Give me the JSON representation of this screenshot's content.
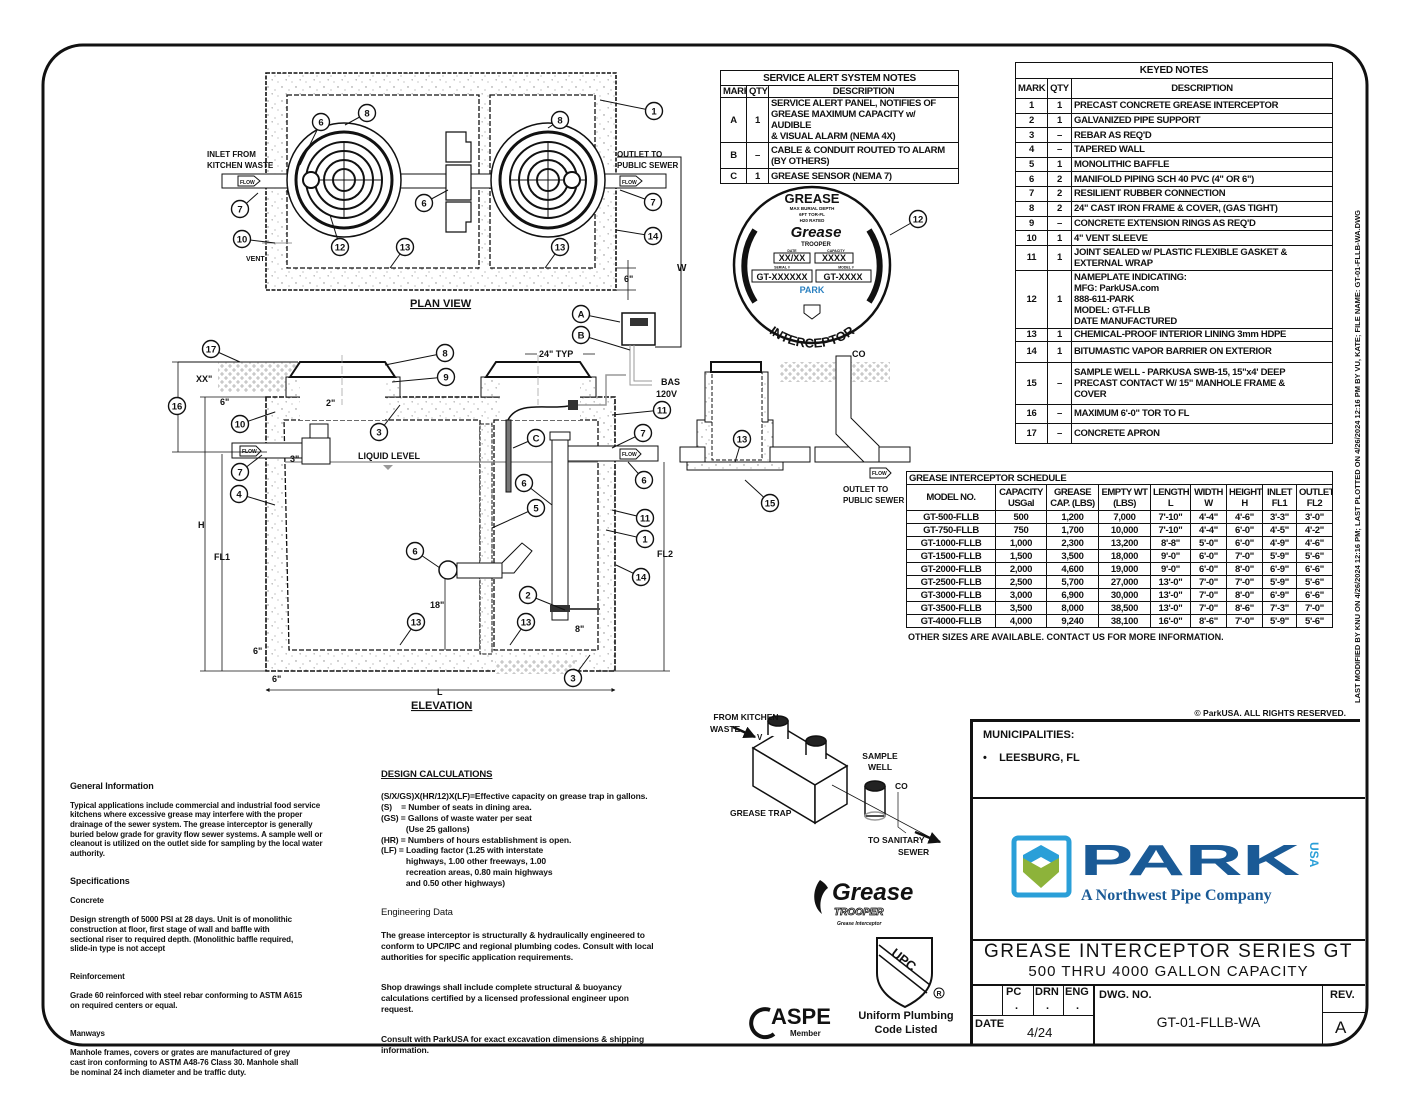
{
  "plan_view": {
    "title": "PLAN VIEW",
    "inlet_label": [
      "INLET FROM",
      "KITCHEN WASTE"
    ],
    "outlet_label": [
      "OUTLET TO",
      "PUBLIC SEWER"
    ],
    "vent_label": "VENT",
    "dim_6": "6\"",
    "dim_w": "W",
    "flow_label": "FLOW"
  },
  "elevation": {
    "title": "ELEVATION",
    "liquid_level": "LIQUID LEVEL",
    "dim_xx": "XX\"",
    "dim_6_top": "6\"",
    "dim_2": "2\"",
    "dim_3": "3\"",
    "dim_24_typ": "24\" TYP",
    "bas": "BAS",
    "v120": "120V",
    "dim_h": "H",
    "dim_fl1": "FL1",
    "dim_fl2": "FL2",
    "dim_18": "18\"",
    "dim_8": "8\"",
    "dim_6_bottom": "6\"",
    "dim_6_left": "6\"",
    "dim_l": "L",
    "flow_label": "FLOW"
  },
  "sample_well_detail": {
    "co": "CO",
    "outlet_label": [
      "OUTLET TO",
      "PUBLIC SEWER"
    ],
    "flow_label": "FLOW"
  },
  "nameplate": {
    "top": "GREASE",
    "bottom": "INTERCEPTOR",
    "specs": [
      "MAX BURIAL DEPTH",
      "6FT TOR-FL",
      "H20 RATED"
    ],
    "brand": "Grease",
    "brand_sub": "TROOPER",
    "date_label": "DATE",
    "date_value": "XX/XX",
    "capacity_label": "CAPACITY",
    "capacity_value": "XXXX",
    "serial_label": "SERIAL #",
    "serial_value": "GT-XXXXXX",
    "model_label": "MODEL #",
    "model_value": "GT-XXXX",
    "maker": "PARK"
  },
  "callouts": {
    "plan": [
      "1",
      "6",
      "8",
      "8",
      "7",
      "12",
      "6",
      "7",
      "10",
      "13",
      "13",
      "14"
    ],
    "elevation": [
      "17",
      "8",
      "9",
      "16",
      "10",
      "3",
      "7",
      "4",
      "C",
      "6",
      "5",
      "7",
      "6",
      "11",
      "11",
      "1",
      "14",
      "6",
      "2",
      "13",
      "13",
      "3",
      "A",
      "B"
    ],
    "detail": [
      "13",
      "15",
      "12"
    ]
  },
  "service_alert": {
    "title": "SERVICE ALERT SYSTEM NOTES",
    "headers": [
      "MARK",
      "QTY",
      "DESCRIPTION"
    ],
    "rows": [
      {
        "mark": "A",
        "qty": "1",
        "desc": "SERVICE ALERT PANEL, NOTIFIES OF\nGREASE MAXIMUM CAPACITY w/ AUDIBLE\n& VISUAL ALARM (NEMA 4X)"
      },
      {
        "mark": "B",
        "qty": "–",
        "desc": "CABLE & CONDUIT ROUTED TO ALARM\n(BY OTHERS)"
      },
      {
        "mark": "C",
        "qty": "1",
        "desc": "GREASE SENSOR (NEMA 7)"
      }
    ]
  },
  "keyed_notes": {
    "title": "KEYED NOTES",
    "headers": [
      "MARK",
      "QTY",
      "DESCRIPTION"
    ],
    "rows": [
      {
        "mark": "1",
        "qty": "1",
        "desc": "PRECAST CONCRETE GREASE INTERCEPTOR"
      },
      {
        "mark": "2",
        "qty": "1",
        "desc": "GALVANIZED PIPE SUPPORT"
      },
      {
        "mark": "3",
        "qty": "–",
        "desc": "REBAR AS REQ'D"
      },
      {
        "mark": "4",
        "qty": "–",
        "desc": "TAPERED WALL"
      },
      {
        "mark": "5",
        "qty": "1",
        "desc": "MONOLITHIC BAFFLE"
      },
      {
        "mark": "6",
        "qty": "2",
        "desc": "MANIFOLD PIPING SCH 40 PVC (4\" OR 6\")"
      },
      {
        "mark": "7",
        "qty": "2",
        "desc": "RESILIENT RUBBER CONNECTION"
      },
      {
        "mark": "8",
        "qty": "2",
        "desc": "24\" CAST IRON FRAME & COVER, (GAS TIGHT)"
      },
      {
        "mark": "9",
        "qty": "–",
        "desc": "CONCRETE EXTENSION RINGS AS REQ'D"
      },
      {
        "mark": "10",
        "qty": "1",
        "desc": "4\" VENT SLEEVE"
      },
      {
        "mark": "11",
        "qty": "1",
        "desc": "JOINT SEALED w/ PLASTIC FLEXIBLE GASKET &\nEXTERNAL WRAP"
      },
      {
        "mark": "12",
        "qty": "1",
        "desc": "NAMEPLATE INDICATING:\nMFG: ParkUSA.com\n888-611-PARK\nMODEL: GT-FLLB\nDATE MANUFACTURED"
      },
      {
        "mark": "13",
        "qty": "1",
        "desc": "CHEMICAL-PROOF INTERIOR LINING 3mm HDPE"
      },
      {
        "mark": "14",
        "qty": "1",
        "desc": "BITUMASTIC VAPOR BARRIER ON EXTERIOR"
      },
      {
        "mark": "15",
        "qty": "–",
        "desc": "SAMPLE WELL - PARKUSA SWB-15, 15\"x4' DEEP\nPRECAST CONTACT W/ 15\" MANHOLE FRAME &\nCOVER"
      },
      {
        "mark": "16",
        "qty": "–",
        "desc": "MAXIMUM 6'-0\" TOR TO FL"
      },
      {
        "mark": "17",
        "qty": "–",
        "desc": "CONCRETE APRON"
      }
    ]
  },
  "schedule": {
    "title": "GREASE INTERCEPTOR SCHEDULE",
    "headers": [
      "MODEL NO.",
      "CAPACITY\nUSGal",
      "GREASE\nCAP. (LBS)",
      "EMPTY WT\n(LBS)",
      "LENGTH\nL",
      "WIDTH\nW",
      "HEIGHT\nH",
      "INLET\nFL1",
      "OUTLET\nFL2"
    ],
    "rows": [
      [
        "GT-500-FLLB",
        "500",
        "1,200",
        "7,000",
        "7'-10\"",
        "4'-4\"",
        "4'-6\"",
        "3'-3\"",
        "3'-0\""
      ],
      [
        "GT-750-FLLB",
        "750",
        "1,700",
        "10,000",
        "7'-10\"",
        "4'-4\"",
        "6'-0\"",
        "4'-5\"",
        "4'-2\""
      ],
      [
        "GT-1000-FLLB",
        "1,000",
        "2,300",
        "13,200",
        "8'-8\"",
        "5'-0\"",
        "6'-0\"",
        "4'-9\"",
        "4'-6\""
      ],
      [
        "GT-1500-FLLB",
        "1,500",
        "3,500",
        "18,000",
        "9'-0\"",
        "6'-0\"",
        "7'-0\"",
        "5'-9\"",
        "5'-6\""
      ],
      [
        "GT-2000-FLLB",
        "2,000",
        "4,600",
        "19,000",
        "9'-0\"",
        "6'-0\"",
        "8'-0\"",
        "6'-9\"",
        "6'-6\""
      ],
      [
        "GT-2500-FLLB",
        "2,500",
        "5,700",
        "27,000",
        "13'-0\"",
        "7'-0\"",
        "7'-0\"",
        "5'-9\"",
        "5'-6\""
      ],
      [
        "GT-3000-FLLB",
        "3,000",
        "6,900",
        "30,000",
        "13'-0\"",
        "7'-0\"",
        "8'-0\"",
        "6'-9\"",
        "6'-6\""
      ],
      [
        "GT-3500-FLLB",
        "3,500",
        "8,000",
        "38,500",
        "13'-0\"",
        "7'-0\"",
        "8'-6\"",
        "7'-3\"",
        "7'-0\""
      ],
      [
        "GT-4000-FLLB",
        "4,000",
        "9,240",
        "38,100",
        "16'-0\"",
        "8'-6\"",
        "7'-0\"",
        "5'-9\"",
        "5'-6\""
      ]
    ],
    "footnote": "OTHER SIZES ARE AVAILABLE. CONTACT US FOR MORE INFORMATION."
  },
  "general_notes": {
    "general_heading": "General Information",
    "general_text": "Typical applications include commercial and industrial food service\nkitchens where excessive grease may interfere with the proper\ndrainage of the sewer system. The grease interceptor is generally\nburied below grade for gravity flow sewer systems. A sample well or\ncleanout is utilized on the outlet side for sampling by the local water\nauthority.",
    "spec_heading": "Specifications",
    "concrete_heading": "Concrete",
    "concrete_text": "Design strength of 5000 PSI at 28 days. Unit is of monolithic\nconstruction at floor, first stage of wall and baffle with\nsectional riser to required depth. (Monolithic baffle required,\nslide-in type is not accept",
    "reinforcement_heading": "Reinforcement",
    "reinforcement_text": "Grade 60 reinforced with steel rebar conforming to ASTM A615\non required centers or equal.",
    "manways_heading": "Manways",
    "manways_text": "Manhole frames, covers or grates are manufactured of grey\ncast iron conforming to ASTM A48-76 Class 30. Manhole shall\nbe nominal 24 inch diameter and be traffic duty."
  },
  "design_calculations": {
    "heading": "DESIGN CALCULATIONS",
    "text": "(S/X/GS)X(HR/12)X(LF)=Effective capacity on grease trap in gallons.\n(S)    = Number of seats in dining area.\n(GS) = Gallons of waste water per seat\n           (Use 25 gallons)\n(HR) = Numbers of hours establishment is open.\n(LF) = Loading factor (1.25 with interstate\n           highways, 1.00 other freeways, 1.00\n           recreation areas, 0.80 main highways\n           and 0.50 other highways)",
    "eng_heading": "Engineering Data",
    "eng_text": "The grease interceptor is structurally & hydraulically engineered to\nconform to UPC/IPC and regional plumbing codes. Consult with local\nauthorities for specific application requirements.",
    "shop_text": "Shop drawings shall include complete structural & buoyancy\ncalculations certified by a licensed professional engineer upon\nrequest.",
    "consult_text": "Consult with ParkUSA for exact excavation dimensions & shipping\ninformation."
  },
  "isometric": {
    "from_kitchen": [
      "FROM KITCHEN",
      "WASTE"
    ],
    "vent": "V",
    "sample_well": [
      "SAMPLE",
      "WELL"
    ],
    "co": "CO",
    "grease_trap": "GREASE TRAP",
    "to_sewer": [
      "TO SANITARY",
      "SEWER"
    ]
  },
  "logos": {
    "grease_trooper": "Grease",
    "grease_trooper_sub": "TROOPER",
    "grease_trooper_tag": "Grease Interceptor",
    "upc_letters": "UPC",
    "upc_caption": [
      "Uniform Plumbing",
      "Code Listed"
    ],
    "aspe": "ASPE",
    "aspe_sub": "Member",
    "park": "PARK",
    "park_usa": "USA",
    "park_tagline": "A Northwest Pipe Company"
  },
  "title_block": {
    "copyright": "© ParkUSA. ALL RIGHTS RESERVED.",
    "municipalities_label": "MUNICIPALITIES:",
    "municipalities": [
      "LEESBURG, FL"
    ],
    "title": "GREASE INTERCEPTOR SERIES GT",
    "subtitle": "500 THRU 4000 GALLON CAPACITY",
    "pc_label": "PC",
    "pc_value": ".",
    "drn_label": "DRN",
    "drn_value": ".",
    "eng_label": "ENG",
    "eng_value": ".",
    "date_label": "DATE",
    "date_value": "4/24",
    "dwg_label": "DWG. NO.",
    "dwg_value": "GT-01-FLLB-WA",
    "rev_label": "REV.",
    "rev_value": "A"
  },
  "plot_stamp": "LAST MODIFIED BY KNU ON 4/26/2024 12:16 PM; LAST PLOTTED ON 4/26/2024 12:16 PM BY VU, KATE; FILE NAME: GT-01-FLLB-WA.DWG",
  "colors": {
    "park_blue": "#1a5a96",
    "park_light_blue": "#2a9fd8",
    "park_green": "#8db33a"
  }
}
